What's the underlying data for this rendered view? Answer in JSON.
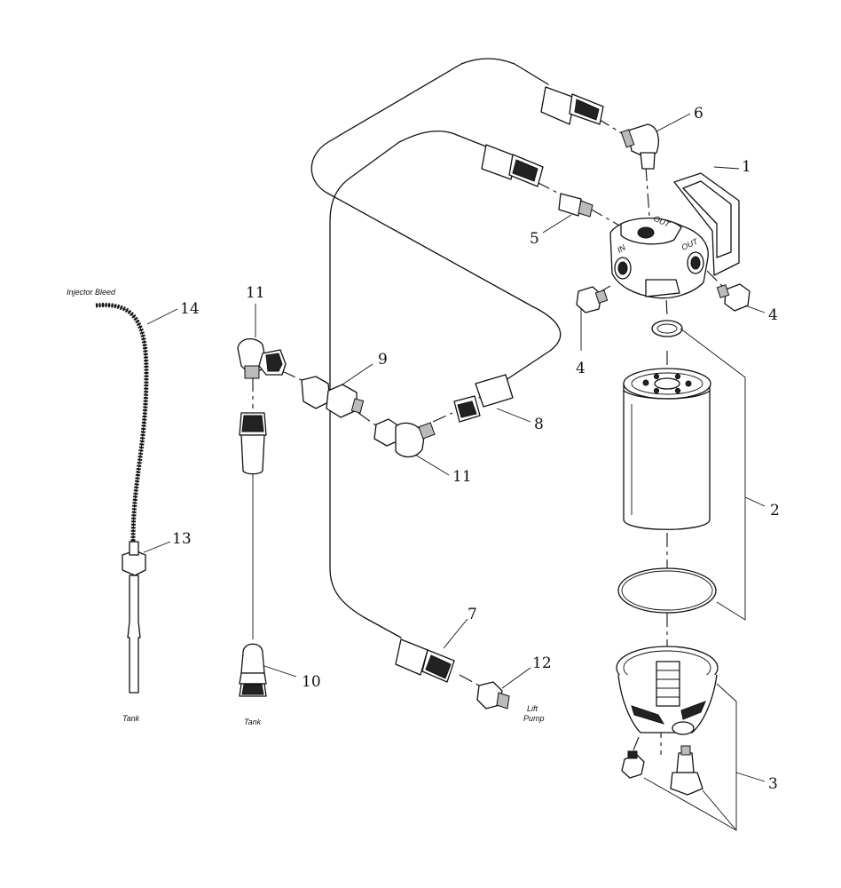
{
  "callouts": [
    "1",
    "2",
    "3",
    "4",
    "4",
    "5",
    "6",
    "7",
    "8",
    "9",
    "10",
    "11",
    "11",
    "12",
    "13",
    "14"
  ],
  "labels": {
    "injector_bleed": "Injector Bleed",
    "tank_left": "Tank",
    "tank_mid": "Tank",
    "lift_pump_1": "Lift",
    "lift_pump_2": "Pump",
    "port_out_top": "OUT",
    "port_in": "IN",
    "port_out_side": "OUT"
  }
}
